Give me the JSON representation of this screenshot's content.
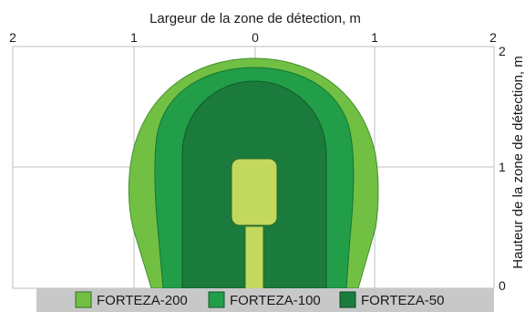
{
  "diagram": {
    "x_axis_title": "Largeur de la zone de détection, m",
    "y_axis_title": "Hauteur de la zone de détection, m",
    "x_ticks": [
      "2",
      "1",
      "0",
      "1",
      "2"
    ],
    "y_ticks": [
      "2",
      "1",
      "0"
    ],
    "legend": [
      {
        "label": "FORTEZA-200",
        "color": "#72c043"
      },
      {
        "label": "FORTEZA-100",
        "color": "#229e48"
      },
      {
        "label": "FORTEZA-50",
        "color": "#1b7b3c"
      }
    ],
    "colors": {
      "sensor": "#c3d95e",
      "grid": "#bfbfbf",
      "floor": "#c8c8c8"
    }
  }
}
